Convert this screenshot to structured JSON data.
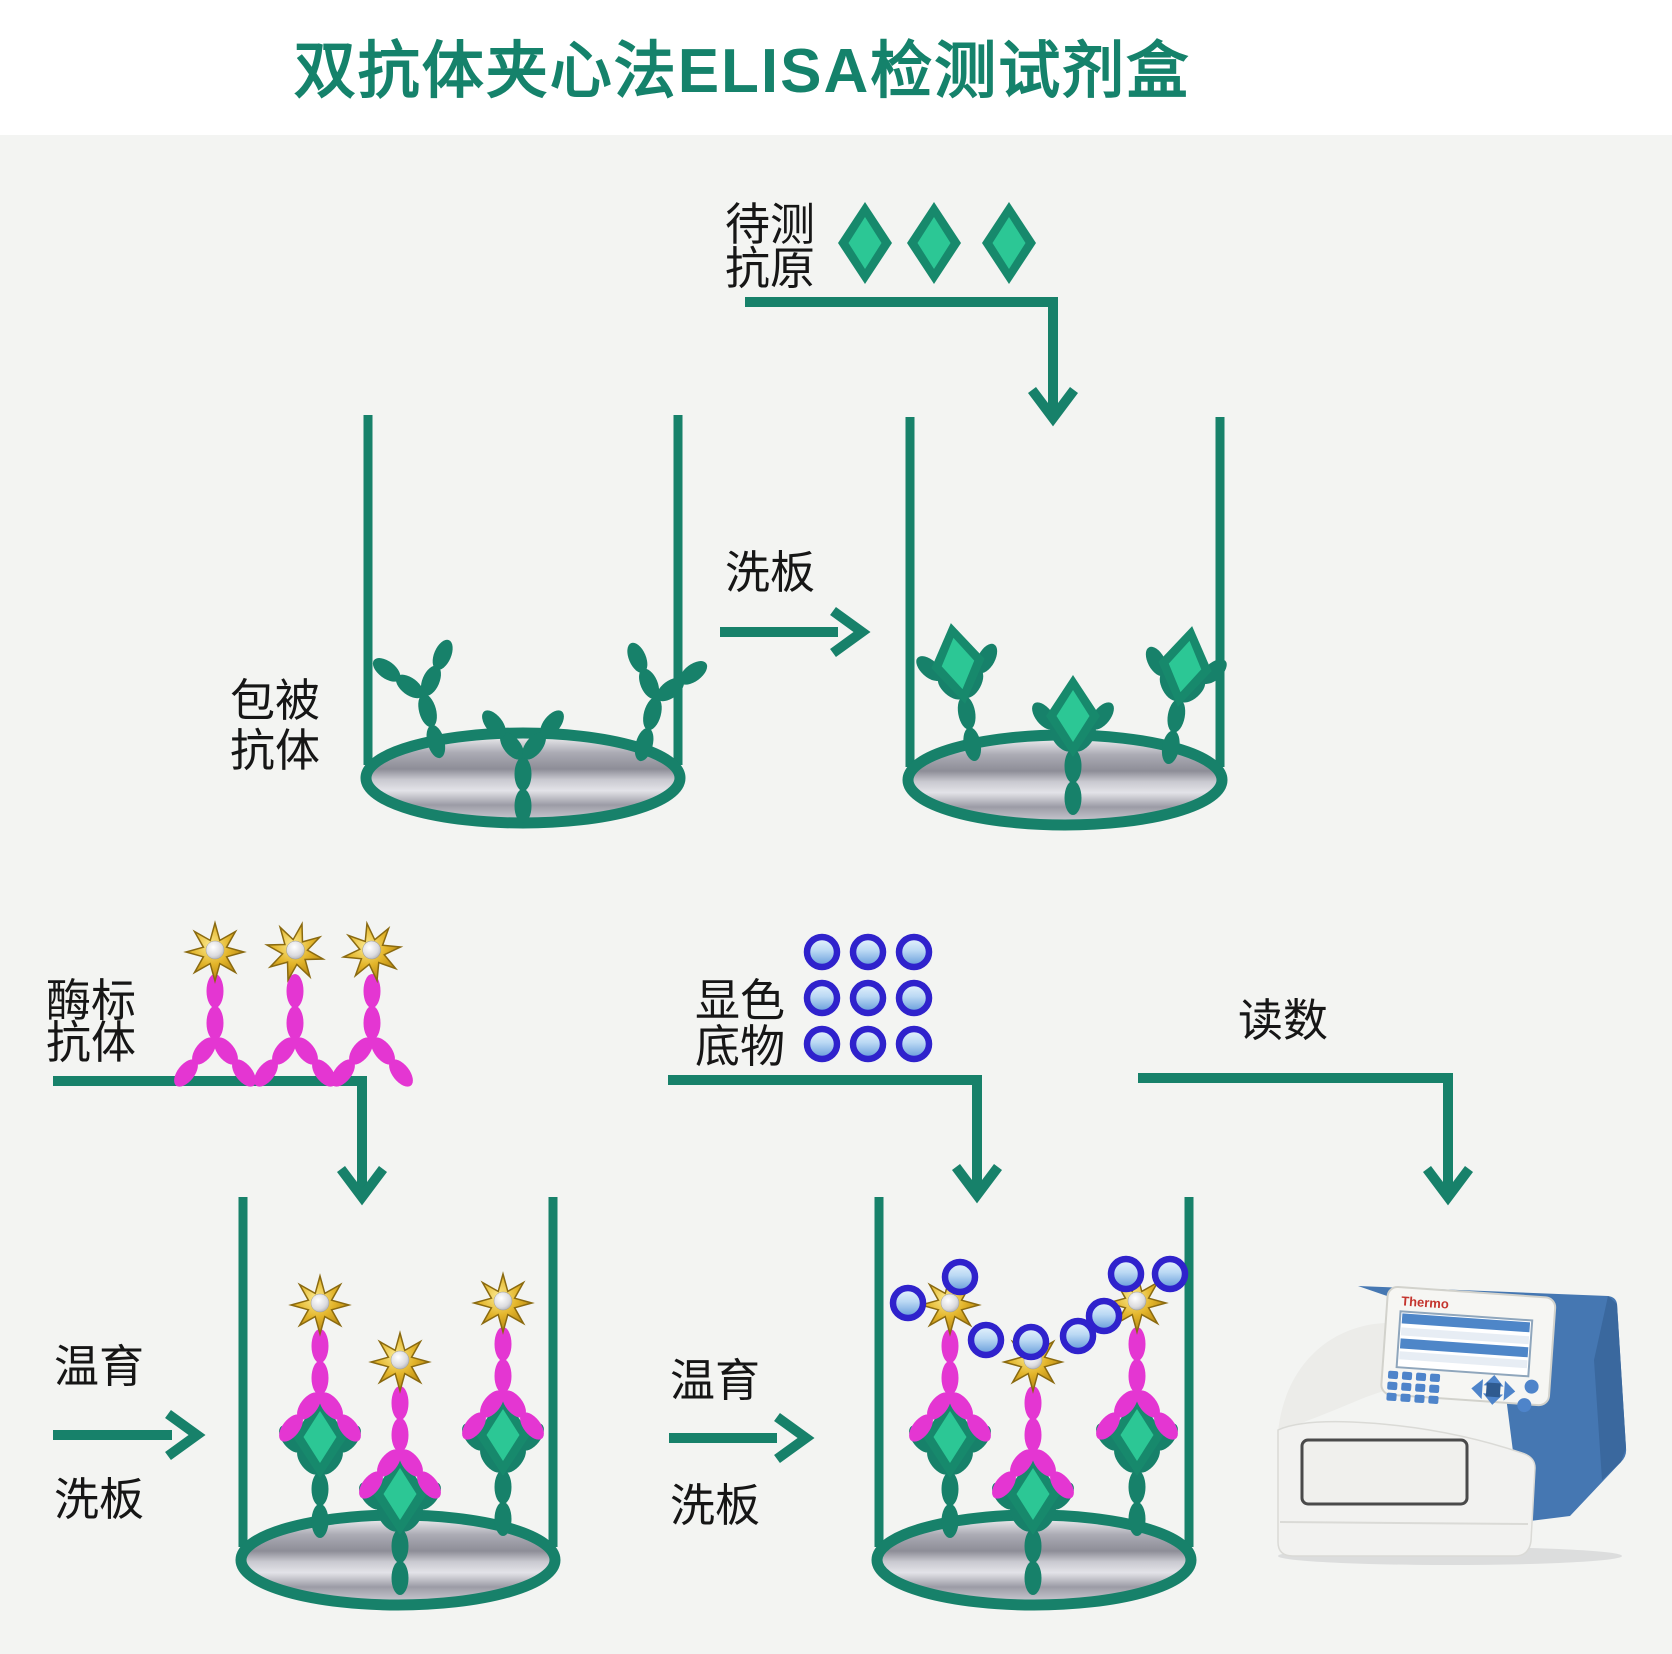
{
  "title": "双抗体夹心法ELISA检测试剂盒",
  "labels": {
    "antigen": [
      "待测",
      "抗原"
    ],
    "coating": [
      "包被",
      "抗体"
    ],
    "wash_top": "洗板",
    "enzyme": [
      "酶标",
      "抗体"
    ],
    "substrate": [
      "显色",
      "底物"
    ],
    "read": "读数",
    "incubate_left": "温育",
    "wash_left": "洗板",
    "incubate_mid": "温育",
    "wash_mid": "洗板"
  },
  "machine": {
    "brand": "Thermo"
  },
  "colors": {
    "title": "#15826B",
    "line_teal": "#17816A",
    "capture_antibody": "#17816A",
    "detection_antibody": "#E436D2",
    "antigen_diamond_border": "#17896C",
    "antigen_diamond_fill": "#2CC795",
    "enzyme_gold": "#E3B52B",
    "substrate_ring": "#2F22CC",
    "substrate_fill": "#9CC4EC",
    "well_metal_gray": "#9A9AA2",
    "background": "#F3F4F2",
    "top_band": "#FFFFFF",
    "label_text": "#161616",
    "machine_blue": "#4577B2"
  }
}
